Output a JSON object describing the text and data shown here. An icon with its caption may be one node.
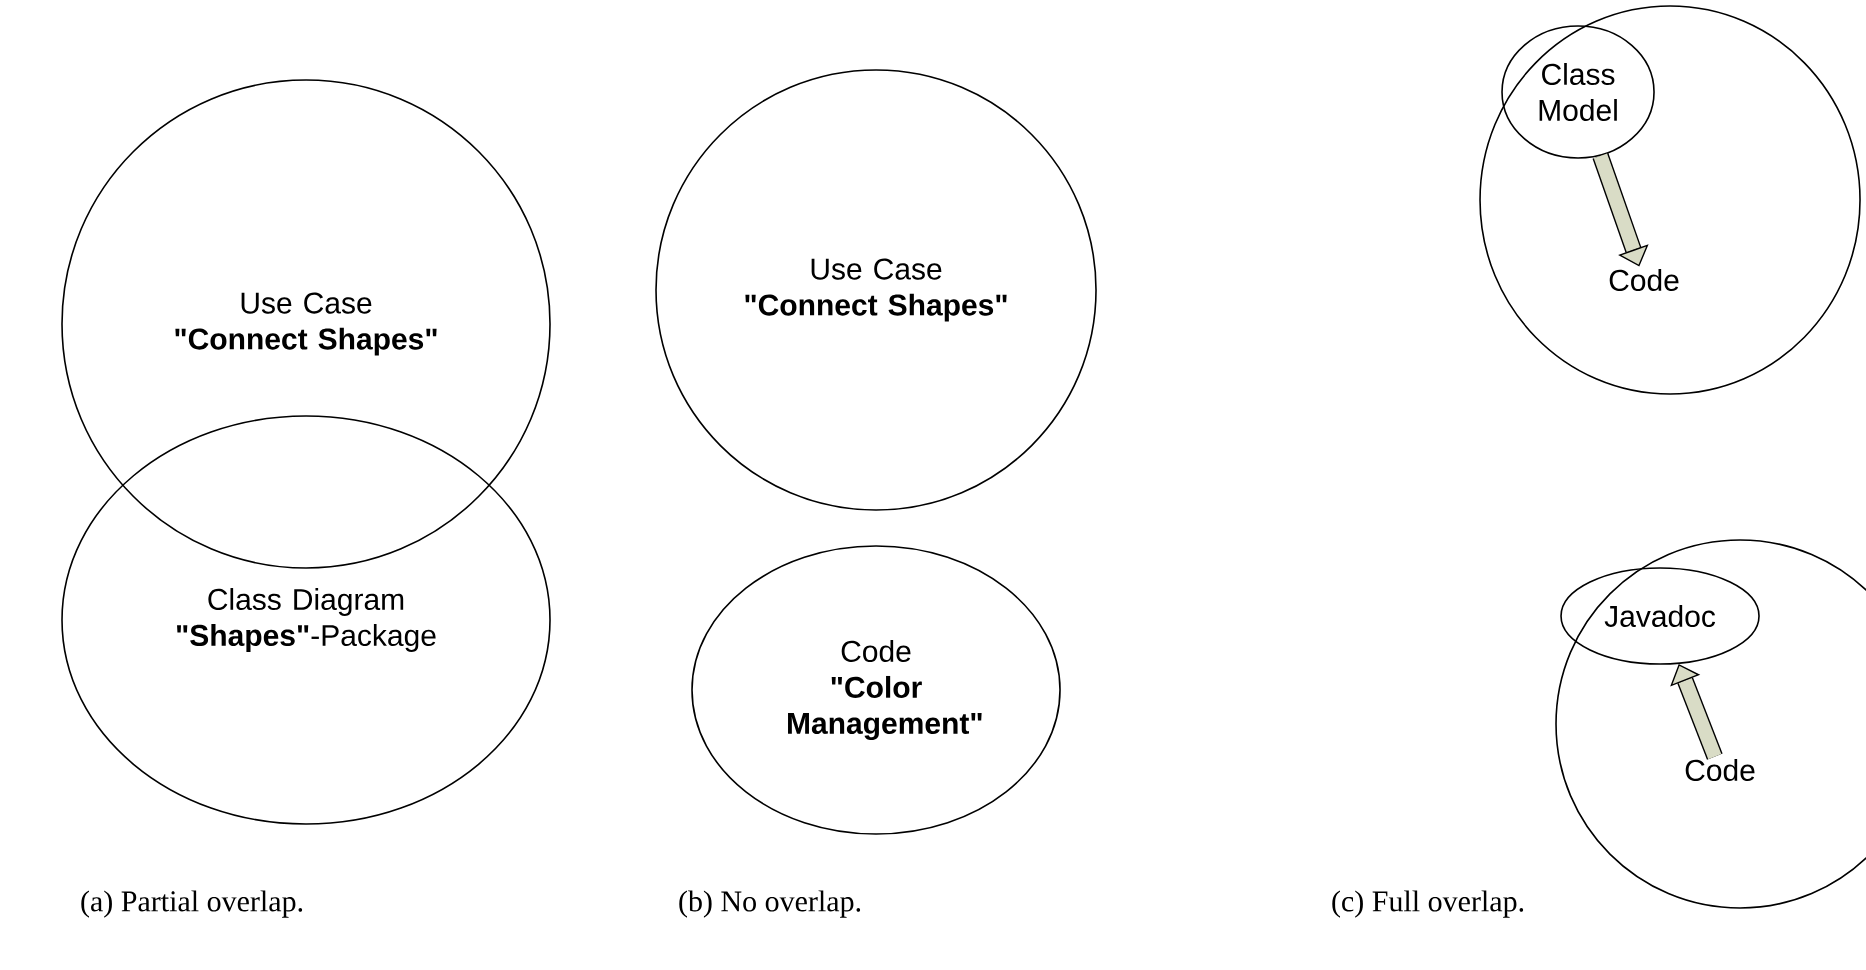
{
  "diagram": {
    "nodes": [
      {
        "text": [
          "Use Case",
          "\"Connect Shapes\""
        ]
      },
      {
        "text": [
          "Class Diagram",
          "**\"Shapes\"**-Package"
        ]
      },
      {
        "text": [
          "Use Case",
          "\"Connect Shapes\""
        ]
      },
      {
        "text": [
          "Code",
          "\"Color Management\""
        ]
      },
      {
        "text": [],
        "shape": "circle"
      },
      {
        "text": [
          "Class Model"
        ],
        "in": 4
      },
      {
        "text": [
          "Code"
        ],
        "in": 4
      },
      {
        "text": [],
        "shape": "circle"
      },
      {
        "text": [
          "Javadoc"
        ],
        "in": 7
      },
      {
        "text": [
          "Code"
        ],
        "in": 7
      }
    ],
    "edges": [
      {
        "from": 5,
        "to": 6,
        "arrow": "to"
      },
      {
        "from": 9,
        "to": 8,
        "arrow": "to"
      }
    ],
    "labels": [
      "(a) Partial overlap.",
      "(b) No overlap.",
      "(c) Full overlap."
    ]
  }
}
